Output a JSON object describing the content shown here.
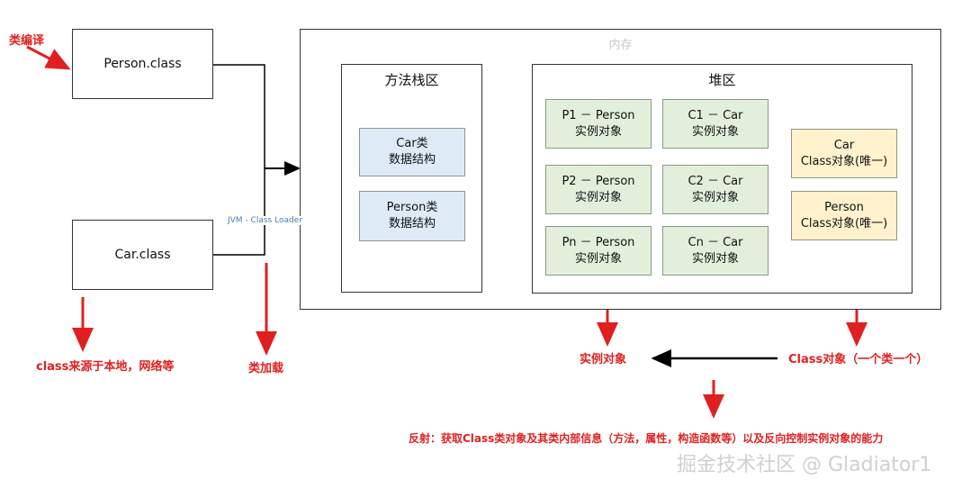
{
  "left": {
    "person_class": "Person.class",
    "car_class": "Car.class"
  },
  "memory": {
    "label": "内存",
    "method_area": {
      "title": "方法栈区",
      "items": [
        {
          "line1": "Car类",
          "line2": "数据结构"
        },
        {
          "line1": "Person类",
          "line2": "数据结构"
        }
      ]
    },
    "heap": {
      "title": "堆区",
      "instances": [
        {
          "line1": "P1 － Person",
          "line2": "实例对象"
        },
        {
          "line1": "C1 － Car",
          "line2": "实例对象"
        },
        {
          "line1": "P2 － Person",
          "line2": "实例对象"
        },
        {
          "line1": "C2 － Car",
          "line2": "实例对象"
        },
        {
          "line1": "Pn － Person",
          "line2": "实例对象"
        },
        {
          "line1": "Cn － Car",
          "line2": "实例对象"
        }
      ],
      "class_objects": [
        {
          "line1": "Car",
          "line2": "Class对象(唯一)"
        },
        {
          "line1": "Person",
          "line2": "Class对象(唯一)"
        }
      ]
    }
  },
  "labels": {
    "compile": "类编译",
    "jvm_loader": "JVM - Class Loader",
    "source": "class来源于本地，网络等",
    "loading": "类加载",
    "instance_obj": "实例对象",
    "class_obj": "Class对象（一个类一个）",
    "reflection": "反射：获取Class类对象及其类内部信息（方法，属性，构造函数等）以及反向控制实例对象的能力",
    "watermark": "掘金技术社区 @ Gladiator1"
  },
  "colors": {
    "red": "#e02020",
    "instance_fill": "#e2efda",
    "method_fill": "#deebf7",
    "class_fill": "#fff2cc",
    "loader_text": "#4a7fb0"
  }
}
